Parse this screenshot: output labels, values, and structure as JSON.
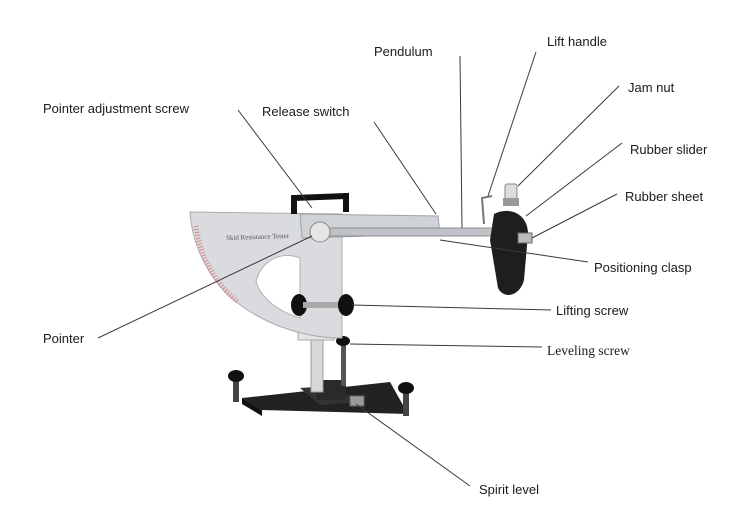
{
  "labels": {
    "pendulum": "Pendulum",
    "lift_handle": "Lift handle",
    "jam_nut": "Jam nut",
    "pointer_adjustment_screw": "Pointer adjustment screw",
    "release_switch": "Release switch",
    "rubber_slider": "Rubber slider",
    "rubber_sheet": "Rubber sheet",
    "positioning_clasp": "Positioning clasp",
    "lifting_screw": "Lifting screw",
    "leveling_screw": "Leveling screw",
    "pointer": "Pointer",
    "spirit_level": "Spirit level"
  },
  "device_plate_text": "Skid Resistance Tester",
  "colors": {
    "leader_line": "#3a3a3a",
    "metal": "#c9ccd0",
    "black_part": "#1e1e1e",
    "scale_red": "#d98a86"
  }
}
